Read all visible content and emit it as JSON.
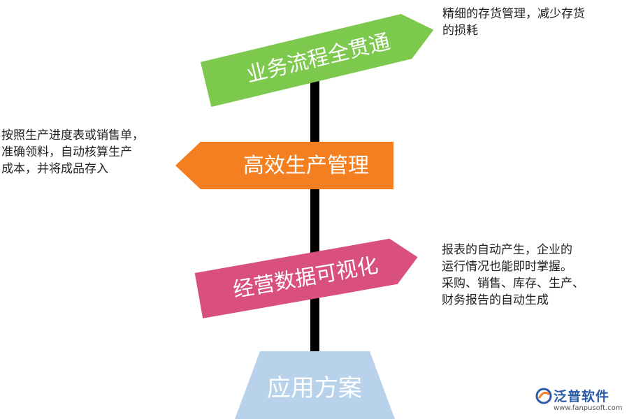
{
  "signs": [
    {
      "label": "业务流程全贯通",
      "color": "#7cc94e",
      "direction": "right"
    },
    {
      "label": "高效生产管理",
      "color": "#f47f20",
      "direction": "left"
    },
    {
      "label": "经营数据可视化",
      "color": "#d9507c",
      "direction": "right"
    }
  ],
  "base": {
    "label": "应用方案",
    "color": "#b7d2ea"
  },
  "pole_color": "#000000",
  "notes": [
    {
      "lines": [
        "精细的存货管理，减少存货",
        "的损耗"
      ]
    },
    {
      "lines": [
        "按照生产进度表或销售单，",
        "准确领料，自动核算生产",
        "成本，并将成品存入"
      ]
    },
    {
      "lines": [
        "报表的自动产生，企业的",
        "运行情况也能即时掌握。",
        "采购、销售、库存、生产、",
        "财务报告的自动生成"
      ]
    }
  ],
  "logo": {
    "name": "泛普软件",
    "url": "www.fanpusoft.com",
    "color": "#2a5aa8",
    "accent": "#f47f20"
  }
}
